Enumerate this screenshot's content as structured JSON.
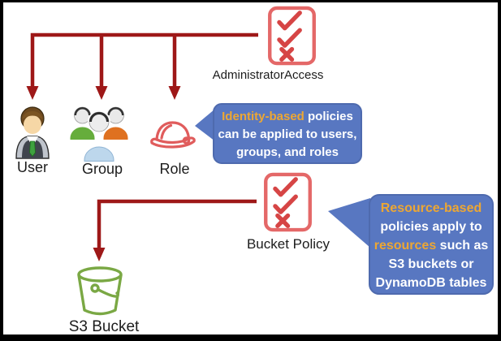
{
  "diagram": {
    "admin_policy_label": "AdministratorAccess",
    "bucket_policy_label": "Bucket Policy",
    "identities": [
      {
        "label": "User"
      },
      {
        "label": "Group"
      },
      {
        "label": "Role"
      }
    ],
    "s3_label": "S3 Bucket",
    "identity_bubble": {
      "line1_highlight": "Identity-based",
      "line1_rest": " policies",
      "line2": "can be applied to users,",
      "line3": "groups, and roles"
    },
    "resource_bubble": {
      "line1_highlight": "Resource-based",
      "line2": "policies apply to",
      "line3_highlight": "resources",
      "line3_rest": " such as",
      "line4": "S3 buckets or",
      "line5": "DynamoDB tables"
    },
    "icons": {
      "policy_checklist": "checklist-policy-icon",
      "user": "businessman-icon",
      "group": "three-people-icon",
      "role": "hard-hat-icon",
      "s3": "bucket-icon"
    },
    "colors": {
      "arrow_red": "#9e1818",
      "policy_icon_border_red": "#e46868",
      "policy_mark_red": "#d64545",
      "role_hat_red": "#e05c5c",
      "bucket_green": "#7aa844",
      "bubble_blue": "#5877c1",
      "bubble_highlight_gold": "#eda733",
      "bubble_text": "#ffffff",
      "frame_border": "#000000"
    }
  }
}
